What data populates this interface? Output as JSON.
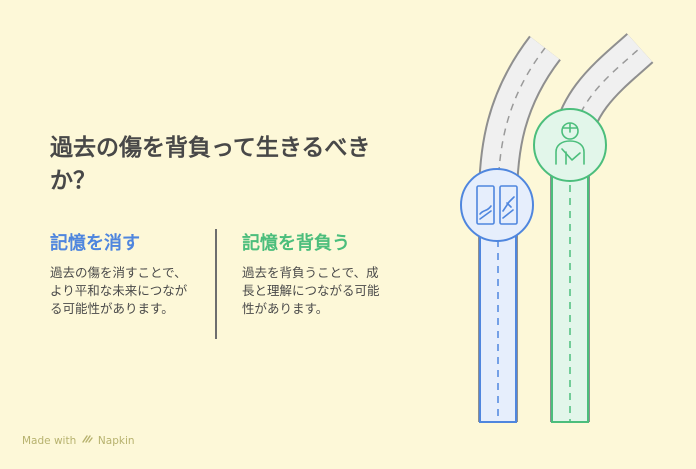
{
  "title": "過去の傷を背負って生きるべきか？",
  "options": [
    {
      "heading": "記憶を消す",
      "description": "過去の傷を消すことで、より平和な未来につながる可能性があります。",
      "color": "#4f86de",
      "icon": "erasing-broken-frames-icon"
    },
    {
      "heading": "記憶を背負う",
      "description": "過去を背負うことで、成長と理解につながる可能性があります。",
      "color": "#4cbe7c",
      "icon": "injured-person-with-sling-icon"
    }
  ],
  "footer": {
    "made_with": "Made with",
    "brand": "Napkin"
  }
}
